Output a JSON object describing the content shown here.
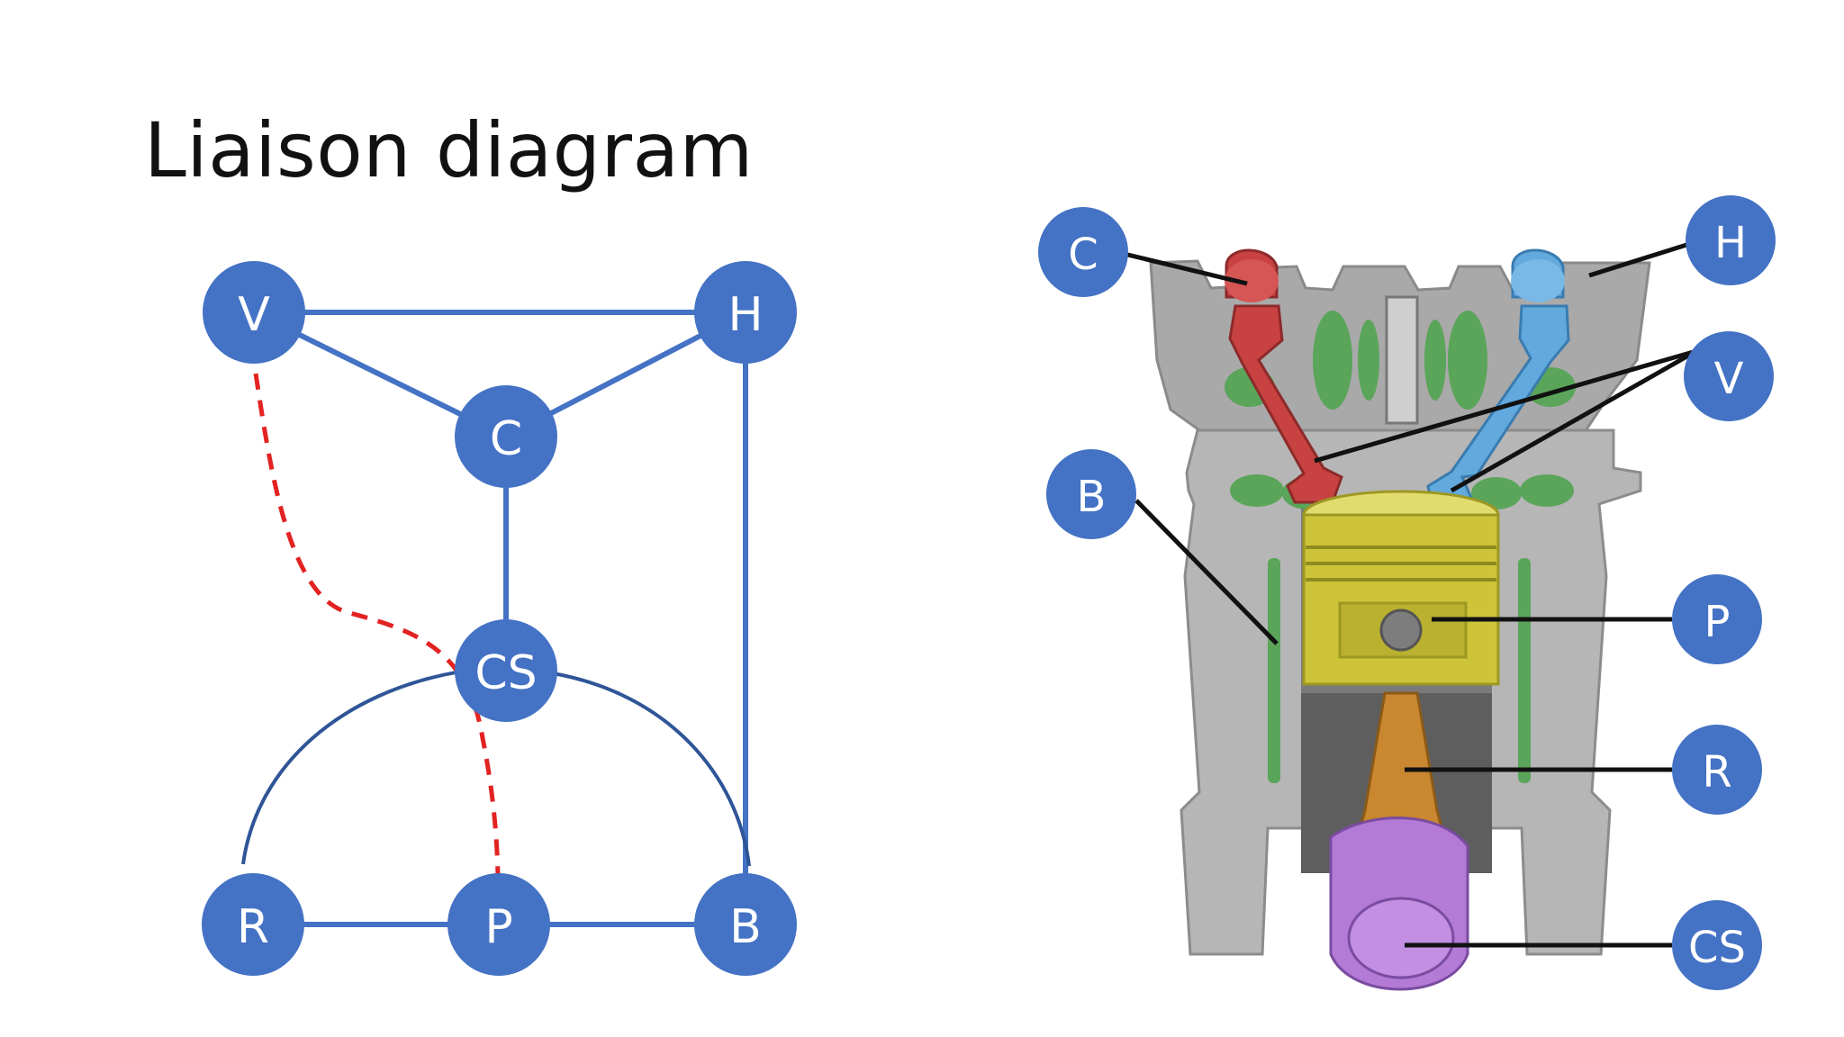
{
  "slide": {
    "title": "Liaison diagram"
  },
  "colors": {
    "node_fill": "#4472c4",
    "edge": "#4472c4",
    "arc_edge": "#2f5597",
    "dashed_edge": "#e32222",
    "callout_line": "#111111",
    "engine_gray": "#a9a9a9",
    "coolant_green": "#5aa55a",
    "cam_red": "#c94242",
    "cam_blue": "#62a9dd",
    "piston_yellow": "#cdc43a",
    "rod_orange": "#c9872f",
    "crank_purple": "#b37bd6"
  },
  "liaison_graph": {
    "nodes": [
      {
        "id": "V",
        "label": "V"
      },
      {
        "id": "H",
        "label": "H"
      },
      {
        "id": "C",
        "label": "C"
      },
      {
        "id": "CS",
        "label": "CS"
      },
      {
        "id": "R",
        "label": "R"
      },
      {
        "id": "P",
        "label": "P"
      },
      {
        "id": "B",
        "label": "B"
      }
    ],
    "edges": [
      {
        "from": "V",
        "to": "H",
        "style": "solid"
      },
      {
        "from": "V",
        "to": "C",
        "style": "solid"
      },
      {
        "from": "H",
        "to": "C",
        "style": "solid"
      },
      {
        "from": "C",
        "to": "CS",
        "style": "solid"
      },
      {
        "from": "H",
        "to": "B",
        "style": "solid"
      },
      {
        "from": "R",
        "to": "P",
        "style": "solid"
      },
      {
        "from": "P",
        "to": "B",
        "style": "solid"
      },
      {
        "from": "CS",
        "to": "R",
        "style": "arc"
      },
      {
        "from": "CS",
        "to": "B",
        "style": "arc"
      },
      {
        "from": "V",
        "to": "P",
        "style": "dashed"
      }
    ]
  },
  "engine_callouts": [
    {
      "id": "C",
      "label": "C"
    },
    {
      "id": "H",
      "label": "H"
    },
    {
      "id": "V",
      "label": "V"
    },
    {
      "id": "B",
      "label": "B"
    },
    {
      "id": "P",
      "label": "P"
    },
    {
      "id": "R",
      "label": "R"
    },
    {
      "id": "CS",
      "label": "CS"
    }
  ]
}
